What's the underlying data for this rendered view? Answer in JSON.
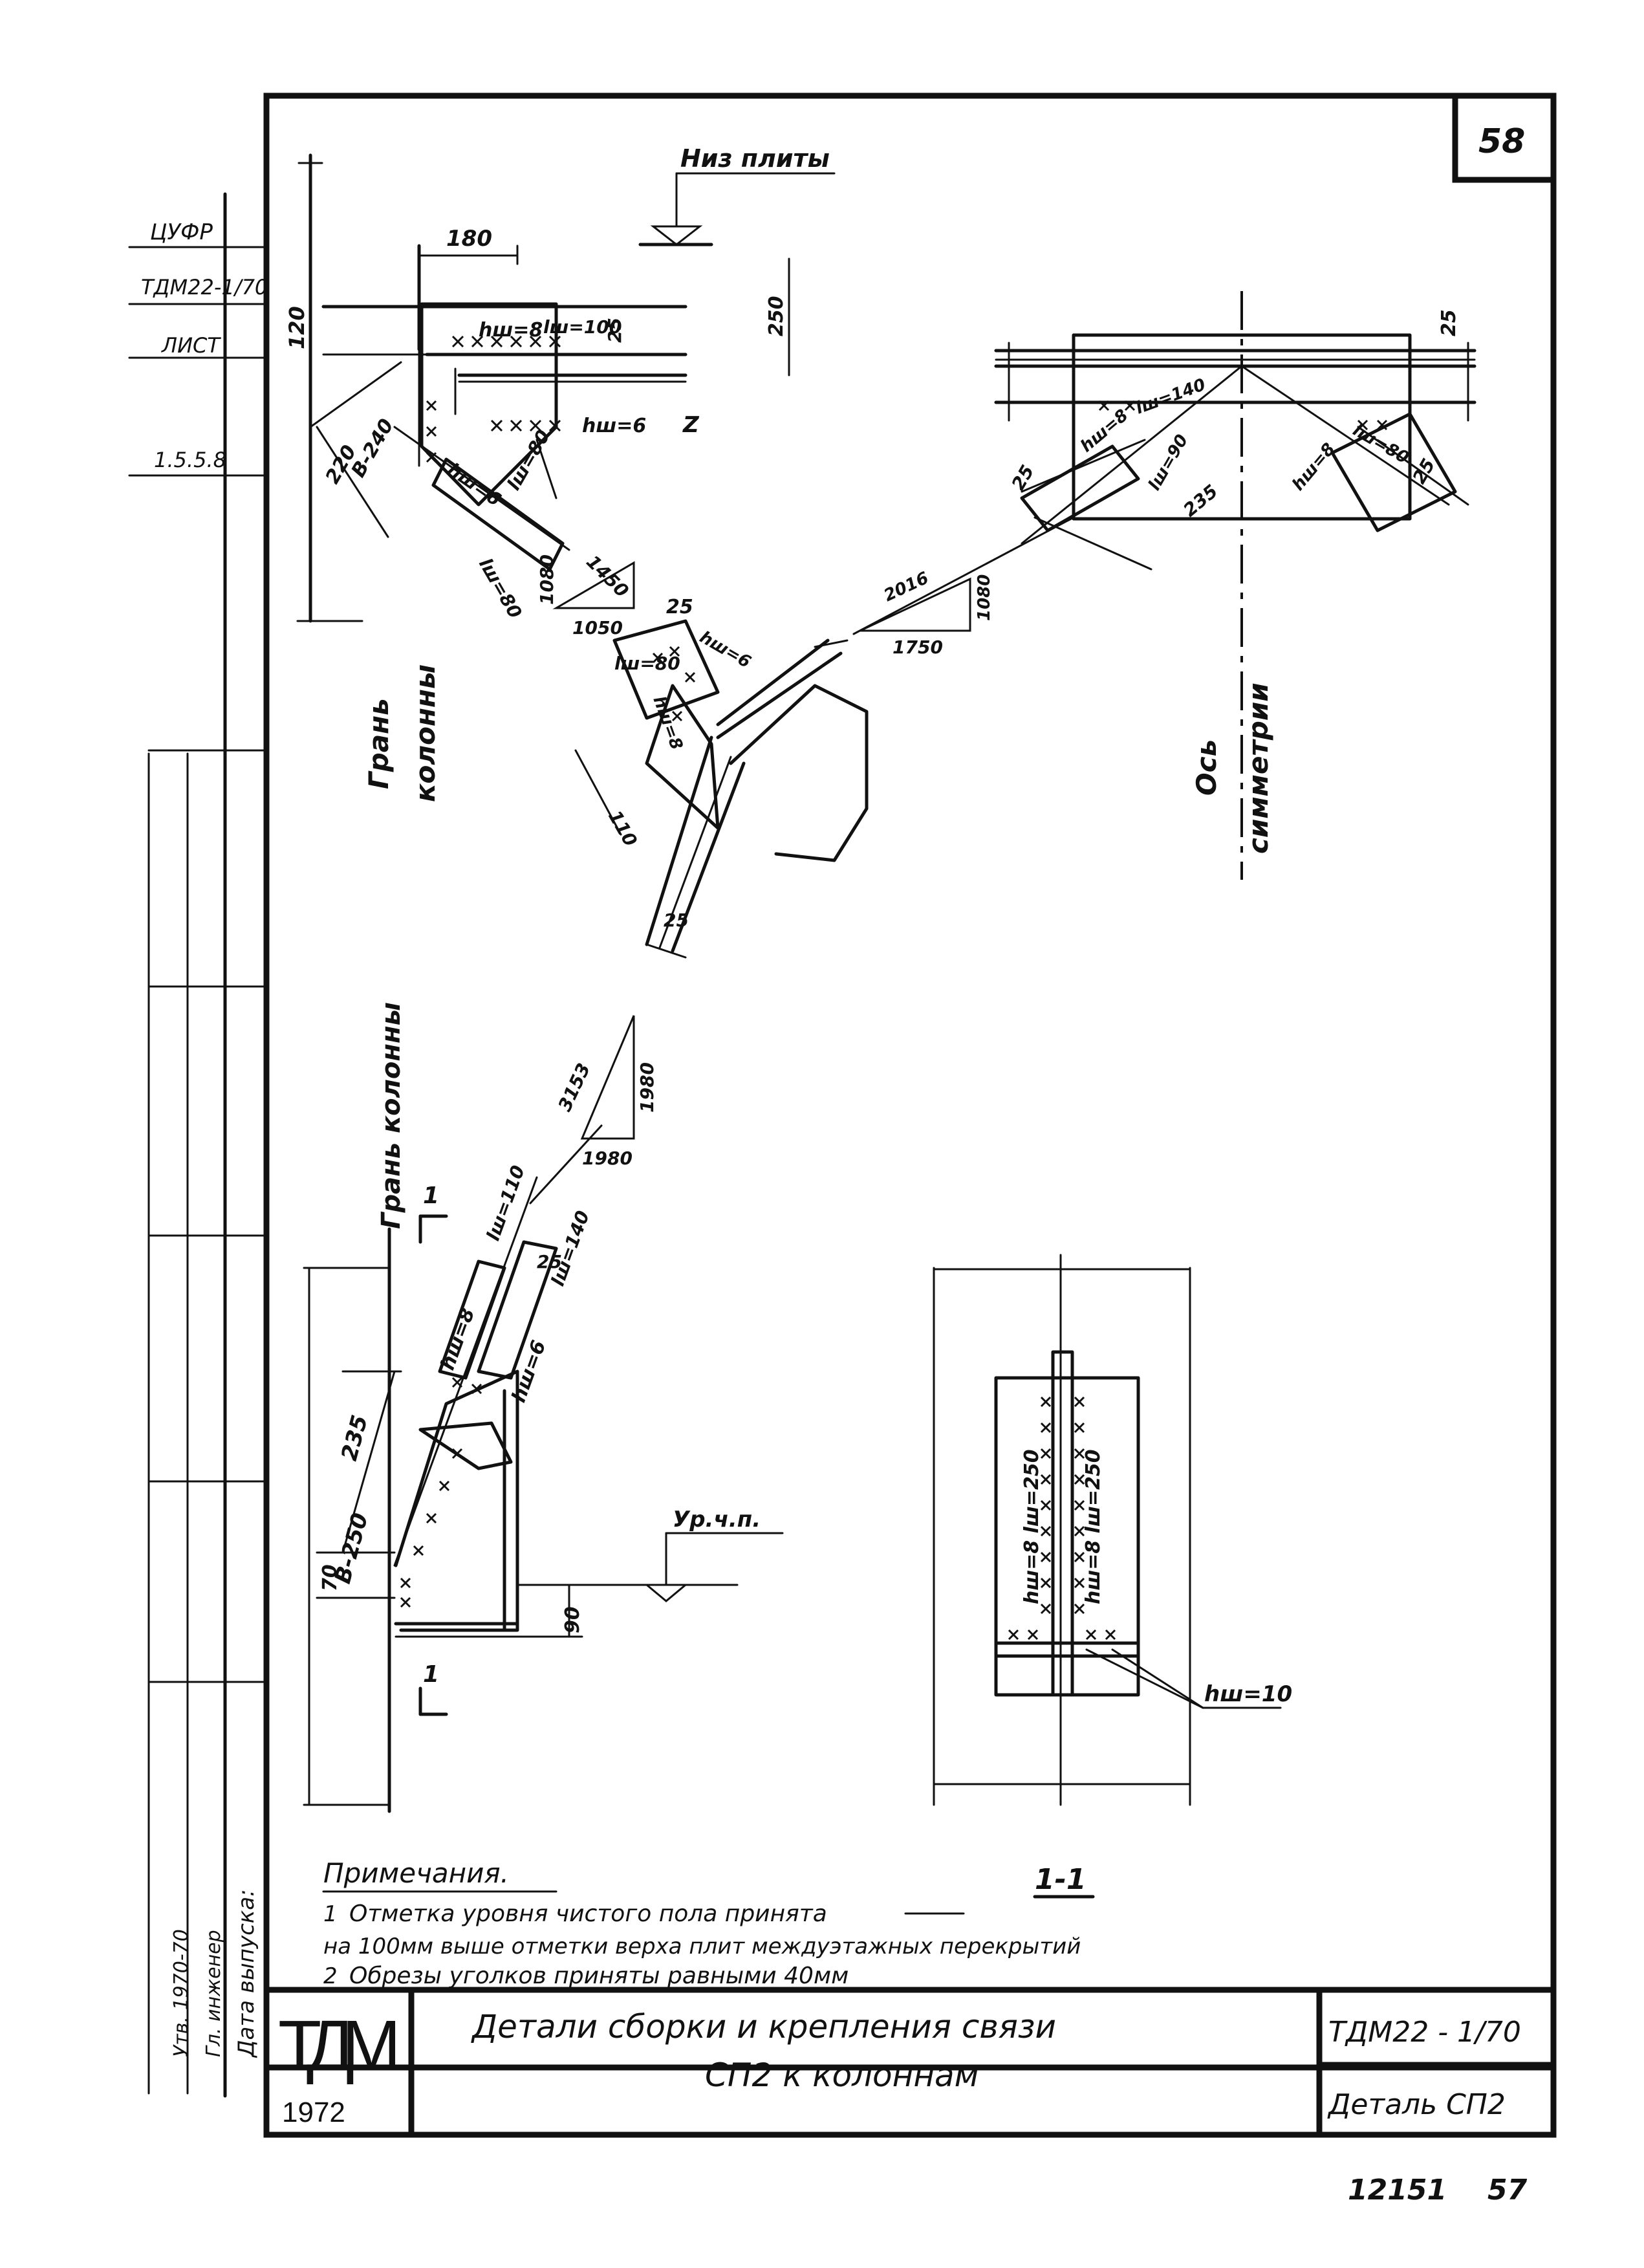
{
  "sheet_number": "58",
  "page_number": "57",
  "archive_number": "12151",
  "left_margin": {
    "stamp_1": "ЦУФР",
    "stamp_2": "ТДМ22-1/70",
    "stamp_3": "ЛИСТ",
    "stamp_4": "1.5.5.8",
    "vertical_1": "Дата выпуска:",
    "vertical_2": "Гл. инженер",
    "vertical_3": "Утв. 1970-70"
  },
  "view_top_left": {
    "level_label": "Низ плиты",
    "dims": {
      "d180": "180",
      "d120": "120",
      "d250": "250",
      "weld_h8": "hш=8",
      "weld_l100": "lш=100",
      "d25": "25",
      "weld_h6": "hш=6",
      "b240": "В-240",
      "d220": "220",
      "weld_h6b": "hш=6",
      "weld_l80": "lш=80",
      "weld_l80b": "lш=80",
      "slope_hyp": "1450",
      "slope_v": "1080",
      "slope_h": "1050"
    },
    "axis_label_1": "Грань",
    "axis_label_2": "колонны"
  },
  "view_top_mid": {
    "d25": "25",
    "weld_h6": "hш=6",
    "weld_l80": "lш=80",
    "weld_h8": "hш=8",
    "d110": "110",
    "d25b": "25"
  },
  "view_top_right": {
    "d25": "25",
    "weld_l140": "lш=140",
    "weld_h8": "hш=8",
    "weld_l90": "lш=90",
    "d235": "235",
    "weld_h8b": "hш=8",
    "weld_l80": "lш=80",
    "d25b": "25",
    "d25c": "25",
    "slope_hyp": "2016",
    "slope_v": "1080",
    "slope_h": "1750",
    "axis_label_1": "Ось",
    "axis_label_2": "симметрии"
  },
  "view_bottom_left": {
    "axis_label": "Грань колонны",
    "slope_hyp": "3153",
    "slope_v": "1980",
    "slope_h": "1980",
    "section_mark": "1",
    "section_mark_b": "1",
    "weld_l110": "lш=110",
    "weld_h8": "hш=8",
    "d25": "25",
    "weld_l140": "lш=140",
    "weld_h6": "hш=6",
    "d235": "235",
    "b250": "В-250",
    "d70": "70",
    "d90": "90",
    "level_label": "Ур.ч.п."
  },
  "view_section": {
    "weld_a": "hш=8 lш=250",
    "weld_b": "hш=8 lш=250",
    "weld_c": "hш=10",
    "title": "1-1"
  },
  "notes": {
    "heading": "Примечания.",
    "n1_num": "1",
    "n1_line1": "Отметка уровня чистого пола принята",
    "n1_line2": "на 100мм выше отметки верха плит междуэтажных перекрытий",
    "n2_num": "2",
    "n2_text": "Обрезы уголков приняты равными 40мм"
  },
  "title_block": {
    "logo": "ТДМ",
    "year": "1972",
    "title_line1": "Детали   сборки  и  крепления  связи",
    "title_line2": "СП2  к  колоннам",
    "doc_code": "ТДМ22 - 1/70",
    "detail": "Деталь СП2"
  }
}
